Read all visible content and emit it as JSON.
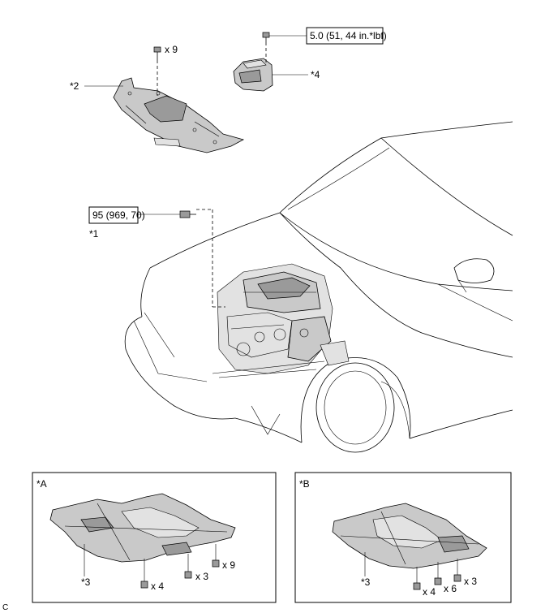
{
  "callouts": {
    "torque_cover_bolt": "5.0 (51, 44 in.*lbf)",
    "torque_engine": "95 (969, 70)",
    "part_1": "*1",
    "part_2": "*2",
    "part_3_a": "*3",
    "part_3_b": "*3",
    "part_4": "*4",
    "qty_cover_bolts": "x 9"
  },
  "inset_a": {
    "label": "*A",
    "qty_1": "x 4",
    "qty_2": "x 3",
    "qty_3": "x 9"
  },
  "inset_b": {
    "label": "*B",
    "qty_1": "x 4",
    "qty_2": "x 6",
    "qty_3": "x 3"
  },
  "corner_mark": "C"
}
